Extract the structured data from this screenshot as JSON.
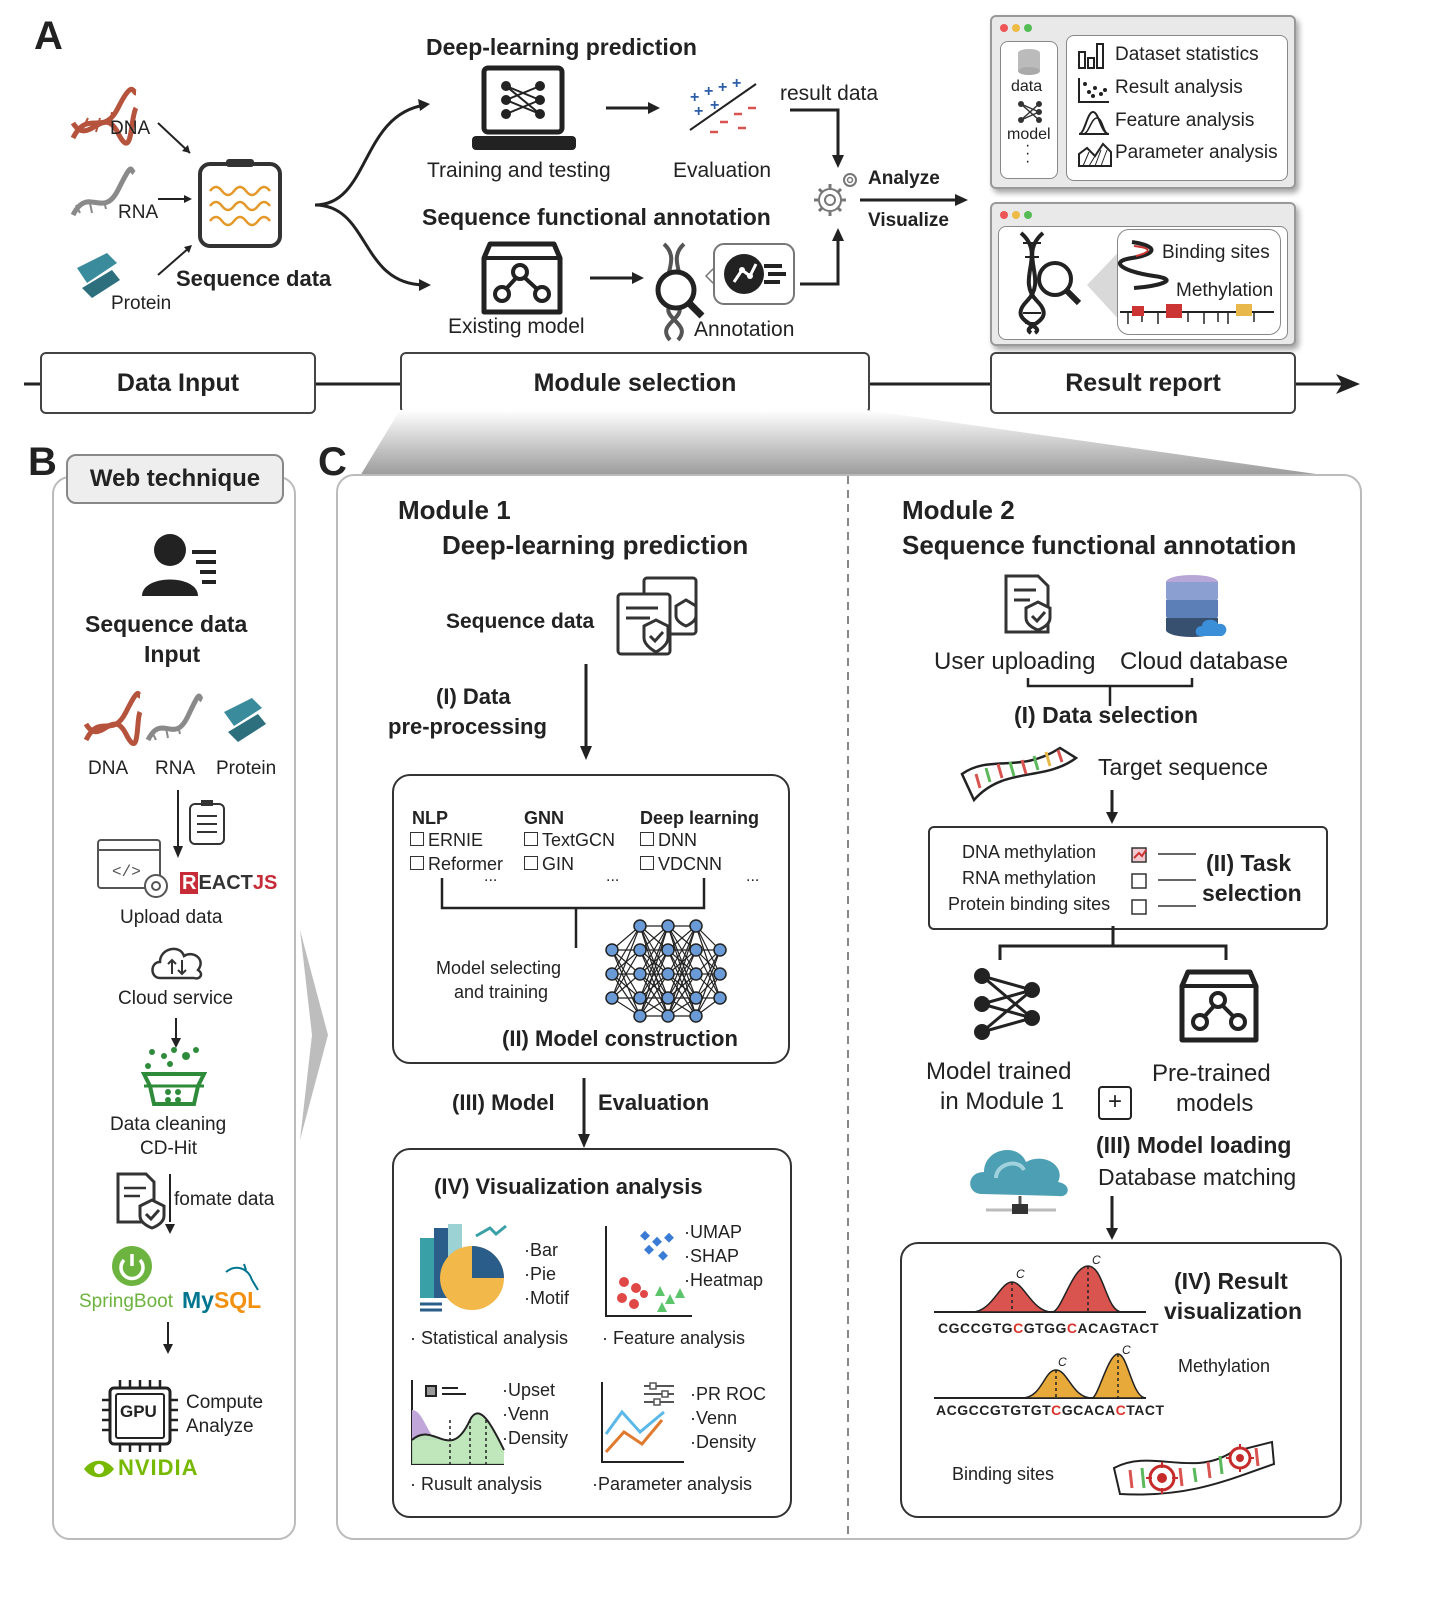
{
  "panel_a": {
    "letter": "A",
    "inputs": {
      "dna": "DNA",
      "rna": "RNA",
      "protein": "Protein",
      "sequence_data": "Sequence data"
    },
    "dl_title": "Deep-learning prediction",
    "training_testing": "Training and testing",
    "evaluation": "Evaluation",
    "result_data": "result data",
    "analyze": "Analyze",
    "visualize": "Visualize",
    "annotation_title": "Sequence functional annotation",
    "existing_model": "Existing model",
    "annotation": "Annotation",
    "report_window_1": {
      "data": "data",
      "model": "model",
      "items": [
        "Dataset statistics",
        "Result analysis",
        "Feature analysis",
        "Parameter analysis"
      ]
    },
    "report_window_2": {
      "binding_sites": "Binding sites",
      "methylation": "Methylation"
    },
    "timeline": {
      "data_input": "Data Input",
      "module_selection": "Module selection",
      "result_report": "Result report"
    }
  },
  "panel_b": {
    "letter": "B",
    "title": "Web technique",
    "seq_input_l1": "Sequence data",
    "seq_input_l2": "Input",
    "dna": "DNA",
    "rna": "RNA",
    "protein": "Protein",
    "reactjs_r": "R",
    "reactjs_rest": "EACT",
    "reactjs_js": "JS",
    "upload_data": "Upload data",
    "cloud_service": "Cloud service",
    "data_cleaning": "Data cleaning",
    "cd_hit": "CD-Hit",
    "fomate_data": "fomate data",
    "springboot": "SpringBoot",
    "mysql_my": "My",
    "mysql_sql": "SQL",
    "compute": "Compute",
    "analyze": "Analyze",
    "gpu": "GPU",
    "nvidia": "NVIDIA"
  },
  "panel_c": {
    "letter": "C",
    "module1": {
      "title_l1": "Module 1",
      "title_l2": "Deep-learning prediction",
      "sequence_data": "Sequence data",
      "step1_l1": "(I) Data",
      "step1_l2": "pre-processing",
      "categories": [
        {
          "name": "NLP",
          "items": [
            "ERNIE",
            "Reformer"
          ]
        },
        {
          "name": "GNN",
          "items": [
            "TextGCN",
            "GIN"
          ]
        },
        {
          "name": "Deep learning",
          "items": [
            "DNN",
            "VDCNN"
          ]
        }
      ],
      "ellipsis": "...",
      "model_sel_l1": "Model selecting",
      "model_sel_l2": "and training",
      "step2": "(II) Model construction",
      "step3_a": "(III) Model",
      "step3_b": "Evaluation",
      "step4": "(IV) Visualization analysis",
      "stat_items": [
        "·Bar",
        "·Pie",
        "·Motif"
      ],
      "stat_label": "· Statistical analysis",
      "feat_items": [
        "·UMAP",
        "·SHAP",
        "·Heatmap"
      ],
      "feat_label": "· Feature analysis",
      "result_items": [
        "·Upset",
        "·Venn",
        "·Density"
      ],
      "result_label": "· Rusult analysis",
      "param_items": [
        "·PR ROC",
        "·Venn",
        "·Density"
      ],
      "param_label": "·Parameter analysis"
    },
    "module2": {
      "title_l1": "Module 2",
      "title_l2": "Sequence functional annotation",
      "user_uploading": "User uploading",
      "cloud_database": "Cloud database",
      "step1": "(I) Data selection",
      "target_sequence": "Target sequence",
      "tasks": [
        "DNA methylation",
        "RNA methylation",
        "Protein binding sites"
      ],
      "step2_l1": "(II) Task",
      "step2_l2": "selection",
      "model_trained_l1": "Model trained",
      "model_trained_l2": "in Module 1",
      "plus": "+",
      "pretrained_l1": "Pre-trained",
      "pretrained_l2": "models",
      "step3_l1": "(III) Model loading",
      "step3_l2": "Database matching",
      "step4_l1": "(IV) Result",
      "step4_l2": "visualization",
      "seq1_parts": [
        "CGCCGTG",
        "C",
        "GTGG",
        "C",
        "ACAGTACT"
      ],
      "seq2_parts": [
        "ACGCCGTGTGT",
        "C",
        "GCACA",
        "C",
        "TACT"
      ],
      "peak_c": "C",
      "methylation": "Methylation",
      "binding_sites": "Binding sites"
    }
  }
}
